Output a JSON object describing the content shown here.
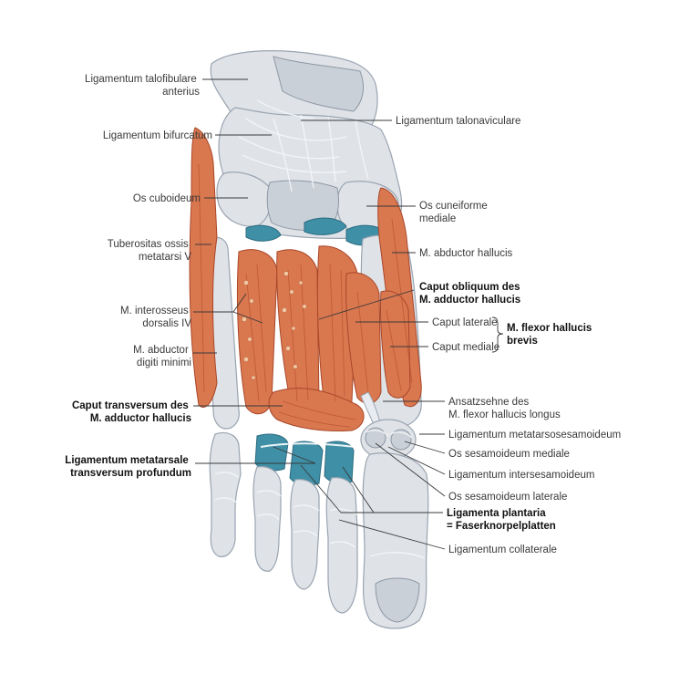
{
  "labels": {
    "lig_talofibulare": [
      "Ligamentum talofibulare",
      "anterius"
    ],
    "lig_bifurcatum": "Ligamentum bifurcatum",
    "os_cuboideum": "Os cuboideum",
    "tuberositas": [
      "Tuberositas ossis",
      "metatarsi V"
    ],
    "m_interosseus": [
      "M. interosseus",
      "dorsalis IV"
    ],
    "m_abductor_dm": [
      "M. abductor",
      "digiti minimi"
    ],
    "caput_transversum": [
      "Caput transversum des",
      "M. adductor hallucis"
    ],
    "lig_metatarsale": [
      "Ligamentum metatarsale",
      "transversum profundum"
    ],
    "lig_talonaviculare": "Ligamentum talonaviculare",
    "os_cuneiforme": [
      "Os cuneiforme",
      "mediale"
    ],
    "m_abductor_h": "M. abductor hallucis",
    "caput_obliquum": [
      "Caput obliquum des",
      "M. adductor hallucis"
    ],
    "caput_laterale": "Caput laterale",
    "caput_mediale": "Caput mediale",
    "m_flexor_hb": [
      "M. flexor hallucis",
      "brevis"
    ],
    "ansatzsehne": [
      "Ansatzsehne des",
      "M. flexor hallucis longus"
    ],
    "lig_metatarsosesamoideum": "Ligamentum metatarsosesamoideum",
    "os_sesamoideum_mediale": "Os sesamoideum mediale",
    "lig_intersesamoideum": "Ligamentum intersesamoideum",
    "os_sesamoideum_laterale": "Os sesamoideum laterale",
    "ligamenta_plantaria": [
      "Ligamenta plantaria",
      "= Faserknorpelplatten"
    ],
    "lig_collaterale": "Ligamentum collaterale"
  },
  "colors": {
    "muscle": "#d9774f",
    "bone": "#dfe3e8",
    "cartilage": "#3f8fa6"
  }
}
